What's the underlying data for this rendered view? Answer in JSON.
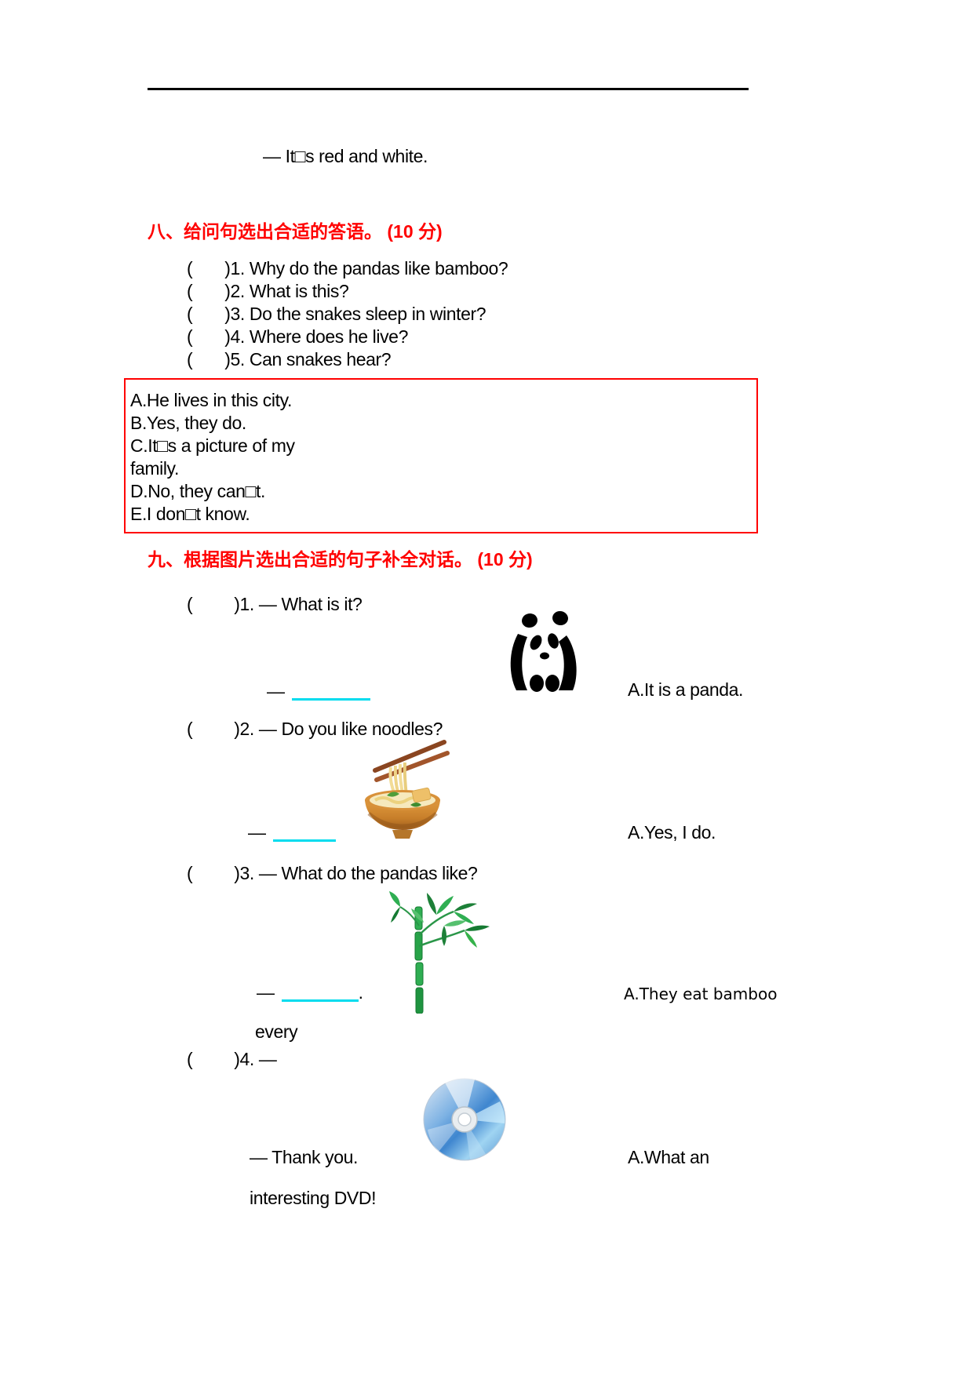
{
  "colors": {
    "heading_red": "#ff0000",
    "box_border_red": "#ff0000",
    "blank_underline_cyan": "#00dcee",
    "text_black": "#000000"
  },
  "intro": {
    "answer": "— It□s red and white."
  },
  "section8": {
    "heading": "八、给问句选出合适的答语。 (10 分)",
    "questions": [
      {
        "open": "(",
        "text": ")1. Why do the pandas like bamboo?"
      },
      {
        "open": "(",
        "text": ")2. What is this?"
      },
      {
        "open": "(",
        "text": ")3. Do the snakes sleep in winter?"
      },
      {
        "open": "(",
        "text": ")4. Where does he live?"
      },
      {
        "open": "(",
        "text": ")5. Can snakes hear?"
      }
    ],
    "answer_box": [
      "A.He lives in this city.",
      "B.Yes, they do.",
      "C.It□s a picture of my",
      "family.",
      "D.No, they can□t.",
      "E.I don□t know."
    ]
  },
  "section9": {
    "heading": "九、根据图片选出合适的句子补全对话。 (10 分)",
    "items": [
      {
        "open": "(",
        "text": ")1. — What is it?",
        "image": "panda-image",
        "reply_dash": "—",
        "answer": "A.It is a panda."
      },
      {
        "open": "(",
        "text": ")2. — Do you like noodles?",
        "image": "noodles-bowl-image",
        "reply_dash": "—",
        "answer": "A.Yes, I do."
      },
      {
        "open": "(",
        "text": ")3. — What do the pandas like?",
        "image": "bamboo-image",
        "reply_dash": "—",
        "blank_suffix": ".",
        "answer": "A.They eat bamboo",
        "answer_wrap": "every"
      },
      {
        "open": "(",
        "text": ")4. —",
        "image": "dvd-disc-image",
        "reply": "— Thank you.",
        "answer": "A.What an",
        "answer_wrap": "interesting DVD!"
      }
    ]
  }
}
